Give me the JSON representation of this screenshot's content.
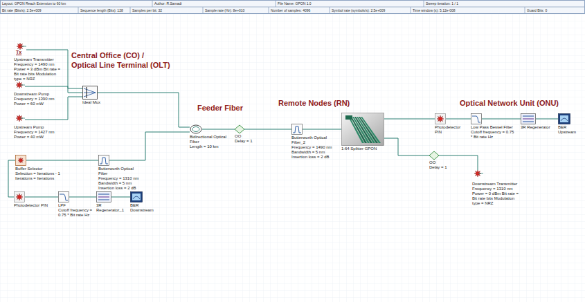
{
  "diagram": {
    "nodes": [
      {
        "text": [
          "Upstream Transmitter",
          "Frequency = 1490 nm Power = 3 dBm Bit rate = Bit rate bits Modulation type = NRZ"
        ]
      },
      {
        "text": [
          "Downstream Pump",
          "Frequency = 1390 nm Power = 60 mW"
        ]
      },
      {
        "text": [
          "Upstream Pump",
          "Frequency = 1427 nm Power = 40 mW"
        ]
      },
      {
        "text": [
          "Ideal Mux"
        ]
      },
      {
        "text": [
          "Bidirectional Optical Fiber",
          "Length = 10 km"
        ]
      },
      {
        "text": [
          "OO",
          "Delay = 1"
        ]
      },
      {
        "text": [
          "Butterworth Optical Filter_2",
          "Frequency = 1490 nm Bandwidth = 5 nm Insertion loss = 2 dB"
        ]
      },
      {
        "text": [
          "1:64 Splitter GPON"
        ]
      },
      {
        "text": [
          "Photodetector PIN"
        ]
      },
      {
        "text": [
          "Low Pass Bessel Filter",
          "Cutoff frequency = 0.75 * Bit rate Hz"
        ]
      },
      {
        "text": [
          "3R Regenerator"
        ]
      },
      {
        "text": [
          "BER Upstream"
        ]
      },
      {
        "text": [
          "OO",
          "Delay = 1"
        ]
      },
      {
        "text": [
          "Downstream Transmitter",
          "Frequency = 1310 nm Power = 0 dBm Bit rate = Bit rate bits Modulation type = NRZ"
        ]
      },
      {
        "text": [
          "Buffer Selector",
          "Selection = Iterations - 1 Iterations = Iterations"
        ]
      },
      {
        "text": [
          "Butterworth Optical Filter",
          "Frequency = 1310 nm Bandwidth = 5 nm Insertion loss = 2 dB"
        ]
      },
      {
        "text": [
          "Photodetector PIN"
        ]
      },
      {
        "text": [
          "LPF",
          "Cutoff frequency = 0.75 * Bit rate Hz"
        ]
      },
      {
        "text": [
          "3R Regenerator_1"
        ]
      },
      {
        "text": [
          "BER Downstream"
        ]
      }
    ],
    "edges": [
      {
        "from": 0,
        "to": 3,
        "arrow": "none"
      },
      {
        "from": 1,
        "to": 3,
        "arrow": "none"
      },
      {
        "from": 2,
        "to": 3,
        "arrow": "none"
      },
      {
        "from": 3,
        "to": 4,
        "arrow": "none"
      },
      {
        "from": 4,
        "to": 5,
        "arrow": "none"
      },
      {
        "from": 5,
        "to": 6,
        "arrow": "none"
      },
      {
        "from": 6,
        "to": 7,
        "arrow": "none"
      },
      {
        "from": 7,
        "to": 8,
        "arrow": "none"
      },
      {
        "from": 8,
        "to": 9,
        "arrow": "none"
      },
      {
        "from": 9,
        "to": 10,
        "arrow": "none"
      },
      {
        "from": 10,
        "to": 11,
        "arrow": "none"
      },
      {
        "from": 13,
        "to": 12,
        "arrow": "none"
      },
      {
        "from": 12,
        "to": 7,
        "arrow": "none"
      },
      {
        "from": 4,
        "to": 15,
        "arrow": "none"
      },
      {
        "from": 15,
        "to": 14,
        "arrow": "none"
      },
      {
        "from": 14,
        "to": 16,
        "arrow": "none"
      },
      {
        "from": 16,
        "to": 17,
        "arrow": "none"
      },
      {
        "from": 17,
        "to": 18,
        "arrow": "none"
      },
      {
        "from": 18,
        "to": 19,
        "arrow": "none"
      }
    ],
    "labels": [
      "Layout: GPON Reach Extension to 60 km",
      "Author: R.Samadi",
      "File Name: GPON 1.0",
      "Sweep iteration: 1 / 1",
      "Bit rate (Bits/s): 2.5e+009",
      "Sequence length (Bits): 128",
      "Samples per bit: 32",
      "Sample rate (Hz): 8e+010",
      "Number of samples: 4096",
      "Symbol rate (symbols/s): 2.5e+009",
      "Time window (s): 5.12e-008",
      "Guard Bits: 0",
      "Central Office (CO) /",
      "Optical Line Terminal (OLT)",
      "Feeder Fiber",
      "Remote Nodes (RN)",
      "Optical Network Unit (ONU)",
      "Tx"
    ]
  }
}
